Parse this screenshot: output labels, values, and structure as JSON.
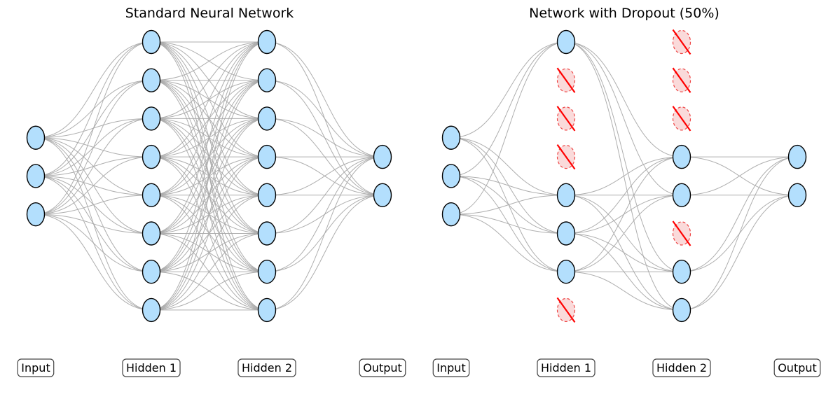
{
  "colors": {
    "neuron_fill": "#b3dffd",
    "neuron_stroke": "#000000",
    "dropped_fill": "#fadada",
    "dropped_stroke": "#ee4444",
    "strike": "#ff0000",
    "connection": "#aaaaaa"
  },
  "panels": [
    {
      "title": "Standard Neural Network",
      "layers": [
        {
          "label": "Input",
          "dropped": [
            false,
            false,
            false
          ]
        },
        {
          "label": "Hidden 1",
          "dropped": [
            false,
            false,
            false,
            false,
            false,
            false,
            false,
            false
          ]
        },
        {
          "label": "Hidden 2",
          "dropped": [
            false,
            false,
            false,
            false,
            false,
            false,
            false,
            false
          ]
        },
        {
          "label": "Output",
          "dropped": [
            false,
            false
          ]
        }
      ]
    },
    {
      "title": "Network with Dropout (50%)",
      "layers": [
        {
          "label": "Input",
          "dropped": [
            false,
            false,
            false
          ]
        },
        {
          "label": "Hidden 1",
          "dropped": [
            false,
            true,
            true,
            true,
            false,
            false,
            false,
            true
          ]
        },
        {
          "label": "Hidden 2",
          "dropped": [
            true,
            true,
            true,
            false,
            false,
            true,
            false,
            false
          ]
        },
        {
          "label": "Output",
          "dropped": [
            false,
            false
          ]
        }
      ]
    }
  ]
}
